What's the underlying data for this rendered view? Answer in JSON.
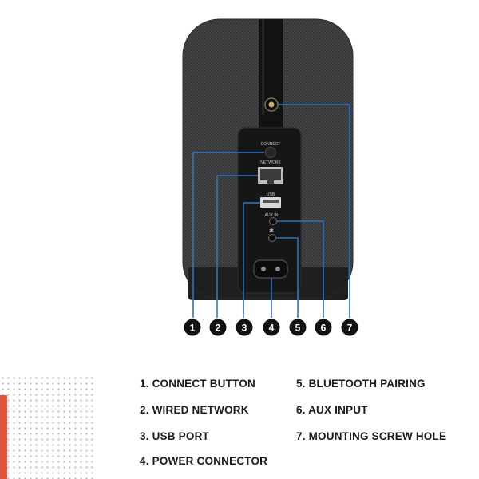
{
  "port_labels": {
    "connect": "CONNECT",
    "network": "NETWORK",
    "usb": "USB",
    "aux_in": "AUX IN"
  },
  "markers": [
    "1",
    "2",
    "3",
    "4",
    "5",
    "6",
    "7"
  ],
  "legend": [
    {
      "text": "1. CONNECT BUTTON"
    },
    {
      "text": "2. WIRED NETWORK"
    },
    {
      "text": "3. USB PORT"
    },
    {
      "text": "4. POWER CONNECTOR"
    },
    {
      "text": "5. BLUETOOTH PAIRING"
    },
    {
      "text": "6. AUX INPUT"
    },
    {
      "text": "7. MOUNTING SCREW HOLE"
    }
  ],
  "colors": {
    "callout_line": "#2f74c4",
    "accent": "#e0533c",
    "speaker_body": "#3a3a3c",
    "panel": "#161616",
    "marker": "#111111"
  }
}
